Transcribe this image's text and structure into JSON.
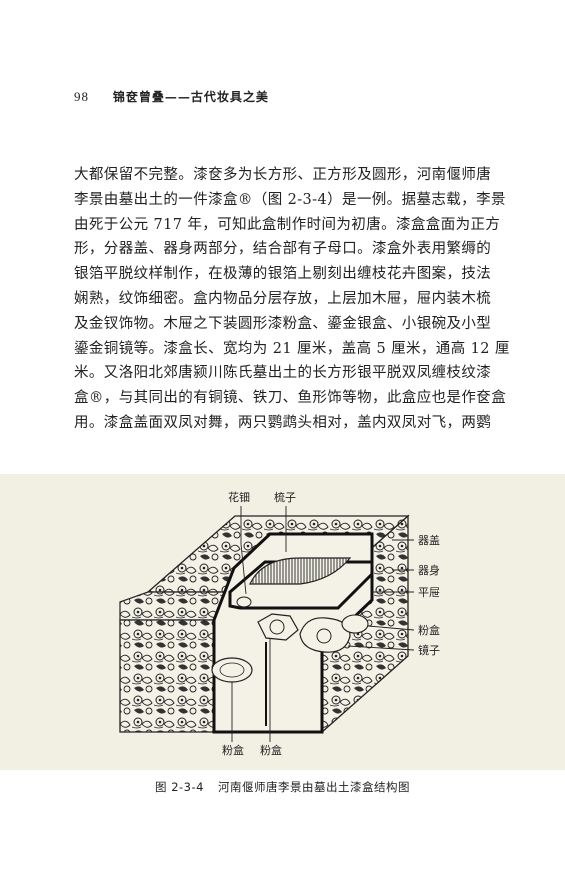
{
  "header": {
    "page_number": "98",
    "running_title": "锦奁曾叠——古代妆具之美"
  },
  "body_lines": [
    "大都保留不完整。漆奁多为长方形、正方形及圆形，河南偃师唐",
    "李景由墓出土的一件漆盒®（图 2-3-4）是一例。据墓志载，李景",
    "由死于公元 717 年，可知此盒制作时间为初唐。漆盒盒面为正方",
    "形，分器盖、器身两部分，结合部有子母口。漆盒外表用繁缛的",
    "银箔平脱纹样制作，在极薄的银箔上剔刻出缠枝花卉图案，技法",
    "娴熟，纹饰细密。盒内物品分层存放，上层加木屉，屉内装木梳",
    "及金钗饰物。木屉之下装圆形漆粉盒、鎏金银盒、小银碗及小型",
    "鎏金铜镜等。漆盒长、宽均为 21 厘米，盖高 5 厘米，通高 12 厘",
    "米。又洛阳北郊唐颍川陈氏墓出土的长方形银平脱双凤缠枝纹漆",
    "盒®，与其同出的有铜镜、铁刀、鱼形饰等物，此盒应也是作奁盒",
    "用。漆盒盖面双凤对舞，两只鹦鹉头相对，盖内双凤对飞，两鹦"
  ],
  "figure": {
    "labels": {
      "huadian": "花钿",
      "shuzi": "梳子",
      "qigai": "器盖",
      "qishen": "器身",
      "pingti": "平屉",
      "fenhe_right": "粉盒",
      "jingzi": "镜子",
      "fenhe_bottom_left": "粉盒",
      "fenhe_bottom_right": "粉盒"
    }
  },
  "caption": {
    "number": "图 2-3-4",
    "text": "河南偃师唐李景由墓出土漆盒结构图"
  }
}
